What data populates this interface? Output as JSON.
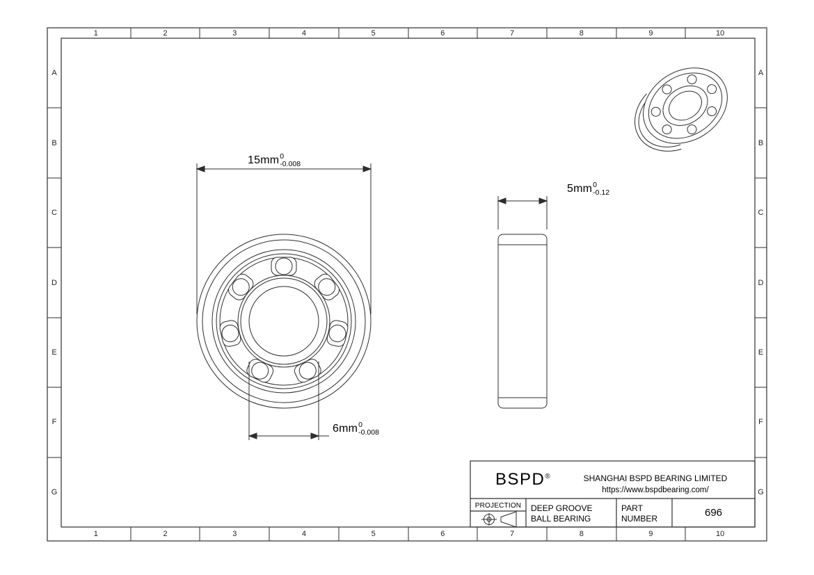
{
  "grid": {
    "cols": [
      "1",
      "2",
      "3",
      "4",
      "5",
      "6",
      "7",
      "8",
      "9",
      "10"
    ],
    "rows": [
      "A",
      "B",
      "C",
      "D",
      "E",
      "F",
      "G"
    ]
  },
  "dimensions": {
    "outer": {
      "value": "15mm",
      "tol_upper": "0",
      "tol_lower": "-0.008"
    },
    "bore": {
      "value": "6mm",
      "tol_upper": "0",
      "tol_lower": "-0.008"
    },
    "width": {
      "value": "5mm",
      "tol_upper": "0",
      "tol_lower": "-0.12"
    }
  },
  "title_block": {
    "brand": "BSPD",
    "brand_reg": "®",
    "company": "SHANGHAI BSPD BEARING LIMITED",
    "website": "https://www.bspdbearing.com/",
    "projection_label": "PROJECTION",
    "projection_icon": "first-angle-projection-symbol",
    "product_line1": "DEEP GROOVE",
    "product_line2": "BALL BEARING",
    "part_label_line1": "PART",
    "part_label_line2": "NUMBER",
    "part_number": "696"
  },
  "colors": {
    "line": "#2e2e2e",
    "text": "#111111",
    "background": "#ffffff"
  }
}
